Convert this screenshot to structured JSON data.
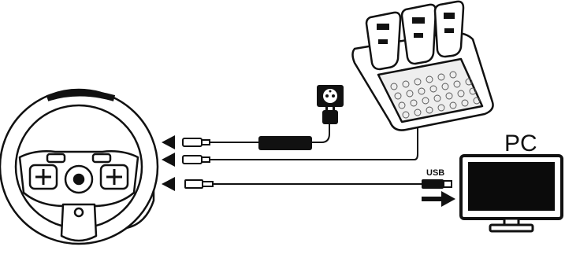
{
  "labels": {
    "pc": "PC",
    "usb": "USB"
  },
  "devices": {
    "wheel": "racing-wheel",
    "pedals": "pedal-set",
    "power_adapter": "power-adapter",
    "power_outlet": "wall-outlet-icon",
    "monitor": "pc-monitor"
  },
  "colors": {
    "line": "#111111",
    "background": "#ffffff",
    "fill_dark": "#0b0b0b"
  }
}
